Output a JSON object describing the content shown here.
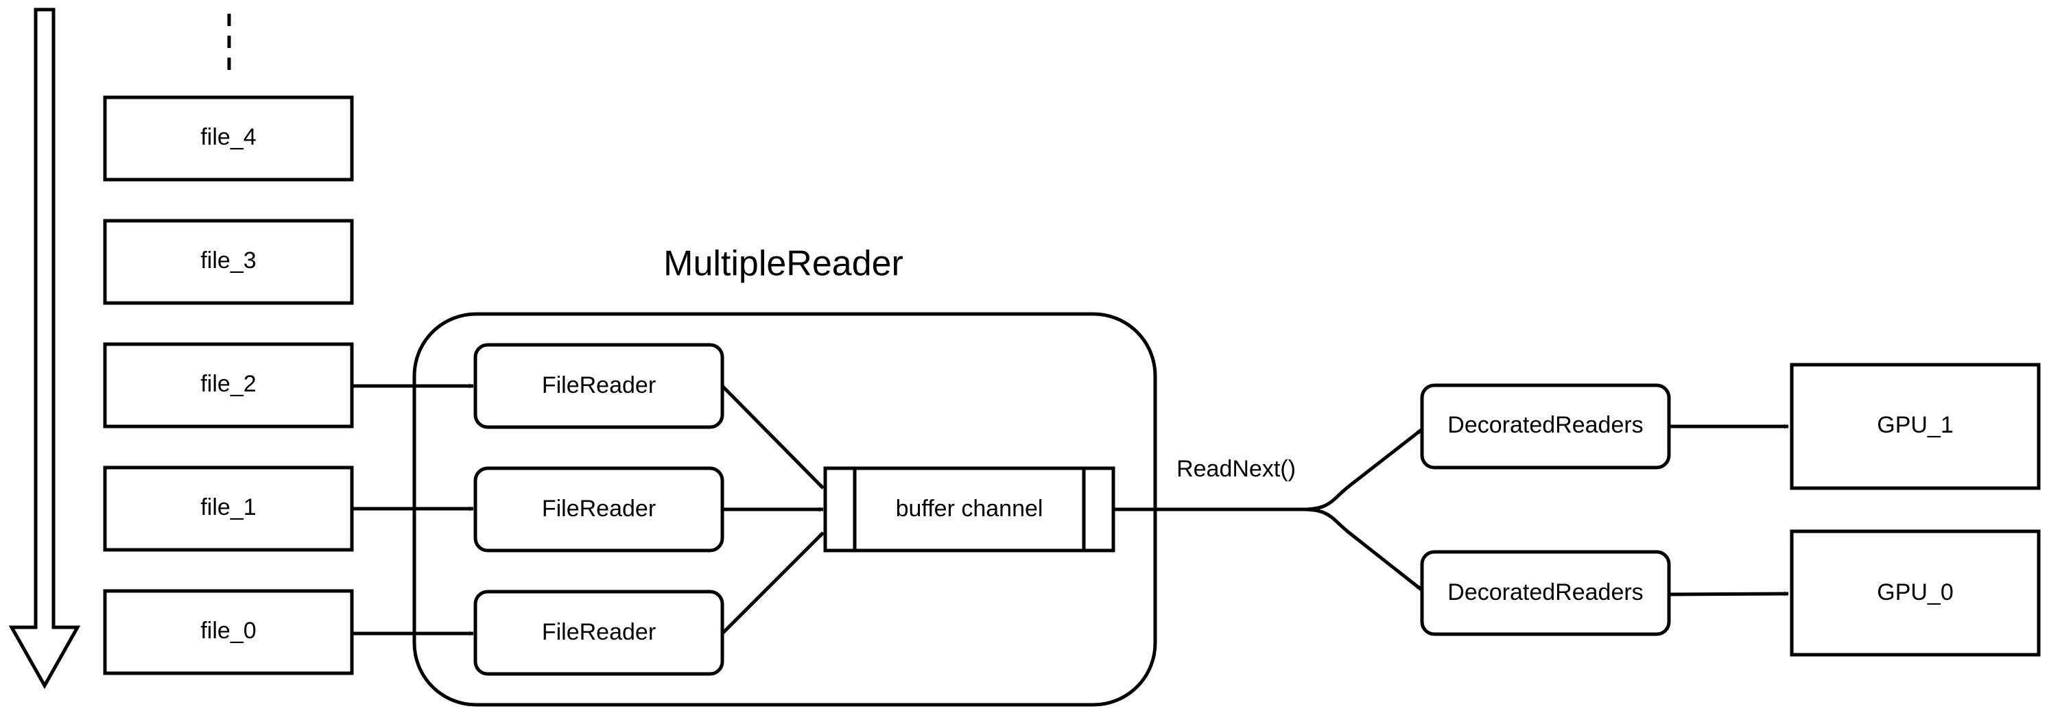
{
  "files": [
    "file_4",
    "file_3",
    "file_2",
    "file_1",
    "file_0"
  ],
  "multiple_reader": {
    "title": "MultipleReader",
    "file_readers": [
      "FileReader",
      "FileReader",
      "FileReader"
    ],
    "buffer_label": "buffer channel"
  },
  "read_next_label": "ReadNext()",
  "decorated_readers": [
    "DecoratedReaders",
    "DecoratedReaders"
  ],
  "gpus": [
    "GPU_1",
    "GPU_0"
  ],
  "colors": {
    "stroke": "#000000",
    "fill": "#ffffff"
  }
}
